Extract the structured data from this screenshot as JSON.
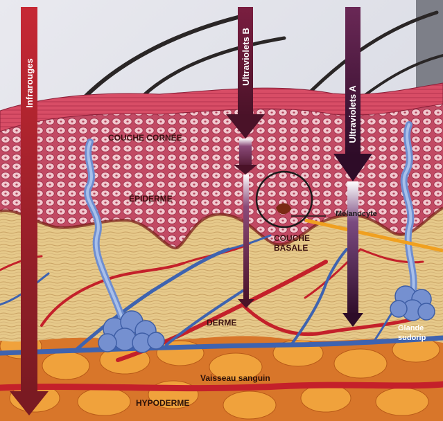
{
  "labels": {
    "infrared": "Infrarouges",
    "uvb": "Ultraviolets B",
    "uva": "Ultraviolets A",
    "stratum_corneum": "COUCHE CORNÉE",
    "epidermis": "ÉPIDERME",
    "melanocyte": "Mélanocyte",
    "basal_line1": "COUCHE",
    "basal_line2": "BASALE",
    "dermis": "DERME",
    "gland_line1": "Glande",
    "gland_line2": "sudorip",
    "blood_vessel": "Vaisseau sanguin",
    "hypodermis": "HYPODERME"
  },
  "colors": {
    "infrared": "#8e1b24",
    "uvb": "#5a1630",
    "uva": "#3a1030",
    "artery": "#c4202a",
    "vein": "#3e63b0",
    "fat": "#e0862a",
    "pointer": "#f0a020"
  }
}
